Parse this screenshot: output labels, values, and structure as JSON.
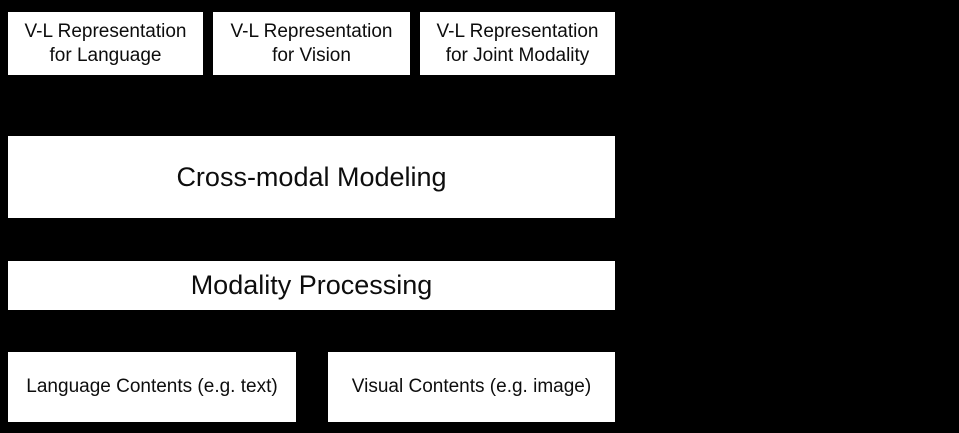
{
  "diagram": {
    "background_color": "#000000",
    "box_fill_color": "#ffffff",
    "box_text_color": "#0d0d0d",
    "dashed_border_color": "#ffffff",
    "representation_row": [
      {
        "id": "rep-language",
        "line1": "V-L Representation",
        "line2": "for Language"
      },
      {
        "id": "rep-vision",
        "line1": "V-L Representation",
        "line2": "for Vision"
      },
      {
        "id": "rep-joint",
        "line1": "V-L Representation",
        "line2": "for Joint Modality"
      }
    ],
    "cross_modal_modeling": {
      "label": "Cross-modal Modeling"
    },
    "modality_processing": {
      "label": "Modality Processing"
    },
    "content_row": [
      {
        "id": "content-language",
        "label": "Language Contents (e.g. text)"
      },
      {
        "id": "content-visual",
        "label": "Visual Contents (e.g. image)"
      }
    ]
  }
}
